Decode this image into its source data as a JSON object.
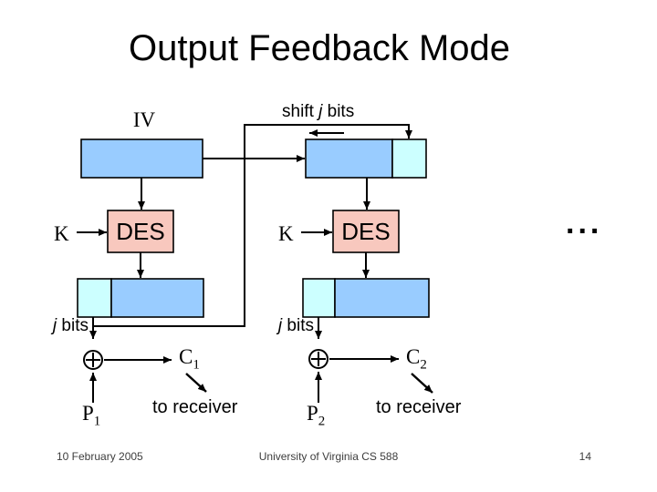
{
  "slide": {
    "title": "Output Feedback Mode",
    "ellipsis": "..."
  },
  "diagram": {
    "iv_label": "IV",
    "shift_label": {
      "pre": "shift ",
      "var": "j",
      "post": " bits"
    },
    "stage1": {
      "key_label": "K",
      "des_label": "DES",
      "jbits_label": {
        "var": "j",
        "post": " bits"
      },
      "cipher_base": "C",
      "cipher_sub": "1",
      "plain_base": "P",
      "plain_sub": "1",
      "to_receiver": "to receiver"
    },
    "stage2": {
      "key_label": "K",
      "des_label": "DES",
      "jbits_label": {
        "var": "j",
        "post": " bits"
      },
      "cipher_base": "C",
      "cipher_sub": "2",
      "plain_base": "P",
      "plain_sub": "2",
      "to_receiver": "to receiver"
    }
  },
  "footer": {
    "date": "10 February 2005",
    "course": "University of Virginia CS 588",
    "page": "14"
  },
  "colors": {
    "register_blue": "#99CCFF",
    "register_cyan": "#CCFFFF",
    "des_pink": "#F8C8BE",
    "line": "#000000",
    "title_text": "#000000",
    "footer_text": "#3D3D3D"
  }
}
